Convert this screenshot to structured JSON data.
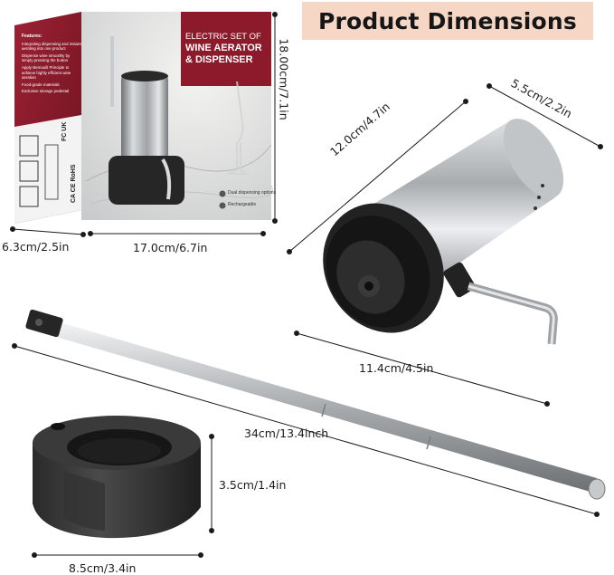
{
  "banner": {
    "title": "Product Dimensions"
  },
  "dimensions": {
    "box_height": "18.00cm/7.1in",
    "box_depth": "6.3cm/2.5in",
    "box_width": "17.0cm/6.7in",
    "pump_length": "12.0cm/4.7in",
    "pump_diameter": "5.5cm/2.2in",
    "spout_length": "11.4cm/4.5in",
    "tube_length": "34cm/13.4inch",
    "base_height": "3.5cm/1.4in",
    "base_diameter": "8.5cm/3.4in"
  },
  "package": {
    "title_line1": "ELECTRIC SET OF",
    "title_line2": "WINE AERATOR",
    "title_line3": "& DISPENSER",
    "features_heading": "Features:",
    "features": [
      "Integrating dispensing and instant aerating into one product",
      "Dispense wine smoothly by simply pressing the button",
      "Apply Bernoulli Principle to achieve highly efficient wine aeration",
      "Food-grade materials",
      "Exclusive storage pedestal"
    ],
    "option1": "Dual dispensing options",
    "option2": "Rechargeable",
    "cert_line1": "FC UK",
    "cert_line2": "CA CE RoHS"
  },
  "colors": {
    "banner": "#f6d6c4",
    "package_red": "#8c1a2a",
    "steel": "#b9bcbf",
    "black_part": "#2b2b2b"
  }
}
